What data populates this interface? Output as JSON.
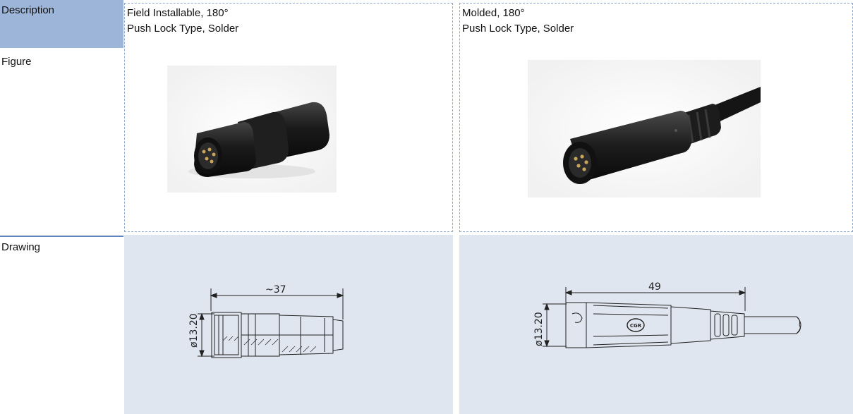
{
  "labels": {
    "description": "Description",
    "figure": "Figure",
    "drawing": "Drawing"
  },
  "products": [
    {
      "line1": "Field Installable, 180°",
      "line2": "Push Lock  Type, Solder",
      "dim_length": "~37",
      "dim_diameter": "ø13.20"
    },
    {
      "line1": "Molded, 180°",
      "line2": "Push Lock  Type, Solder",
      "dim_length": "49",
      "dim_diameter": "ø13.20",
      "logo_text": "CGR"
    }
  ],
  "colors": {
    "header_bg": "#9db5d8",
    "drawing_bg": "#dfe6ef",
    "border": "#8ea7cf",
    "rule": "#5e84bd"
  }
}
